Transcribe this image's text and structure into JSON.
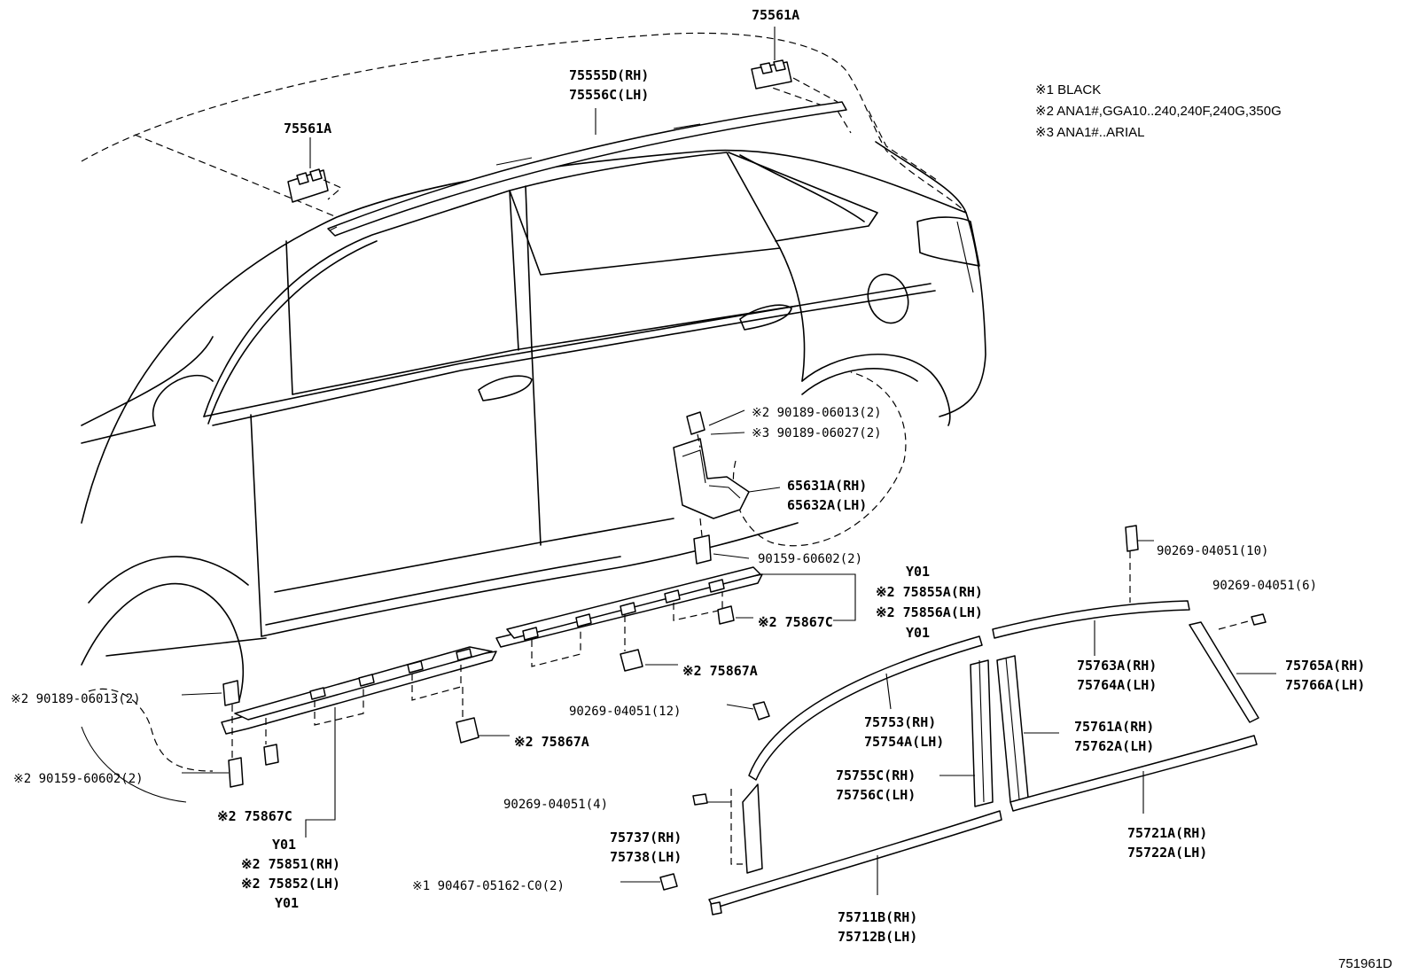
{
  "notes": [
    "※1 BLACK",
    "※2 ANA1#,GGA10..240,240F,240G,350G",
    "※3 ANA1#..ARIAL"
  ],
  "labels": {
    "l_75561A_top": "75561A",
    "l_75555D": "75555D(RH)",
    "l_75556C": "75556C(LH)",
    "l_75561A_left": "75561A",
    "l_90189_06013_a": "※2 90189-06013(2)",
    "l_90189_06027": "※3 90189-06027(2)",
    "l_65631A": "65631A(RH)",
    "l_65632A": "65632A(LH)",
    "l_90159_60602_a": "90159-60602(2)",
    "l_y01_a": "Y01",
    "l_75855A": "※2 75855A(RH)",
    "l_75856A": "※2 75856A(LH)",
    "l_y01_b": "Y01",
    "l_75867C_a": "※2 75867C",
    "l_75867A_a": "※2 75867A",
    "l_90269_04051_10": "90269-04051(10)",
    "l_90269_04051_6": "90269-04051(6)",
    "l_75763A": "75763A(RH)",
    "l_75764A": "75764A(LH)",
    "l_75765A": "75765A(RH)",
    "l_75766A": "75766A(LH)",
    "l_90189_06013_b": "※2 90189-06013(2)",
    "l_90269_04051_12": "90269-04051(12)",
    "l_75753": "75753(RH)",
    "l_75754A": "75754A(LH)",
    "l_75761A": "75761A(RH)",
    "l_75762A": "75762A(LH)",
    "l_75867A_b": "※2 75867A",
    "l_90159_60602_b": "※2 90159-60602(2)",
    "l_75755C": "75755C(RH)",
    "l_75756C": "75756C(LH)",
    "l_75867C_b": "※2 75867C",
    "l_90269_04051_4": "90269-04051(4)",
    "l_75721A": "75721A(RH)",
    "l_75722A": "75722A(LH)",
    "l_y01_c": "Y01",
    "l_75851": "※2 75851(RH)",
    "l_75852": "※2 75852(LH)",
    "l_y01_d": "Y01",
    "l_75737": "75737(RH)",
    "l_75738": "75738(LH)",
    "l_90467": "※1 90467-05162-C0(2)",
    "l_75711B": "75711B(RH)",
    "l_75712B": "75712B(LH)",
    "l_code": "751961D"
  }
}
